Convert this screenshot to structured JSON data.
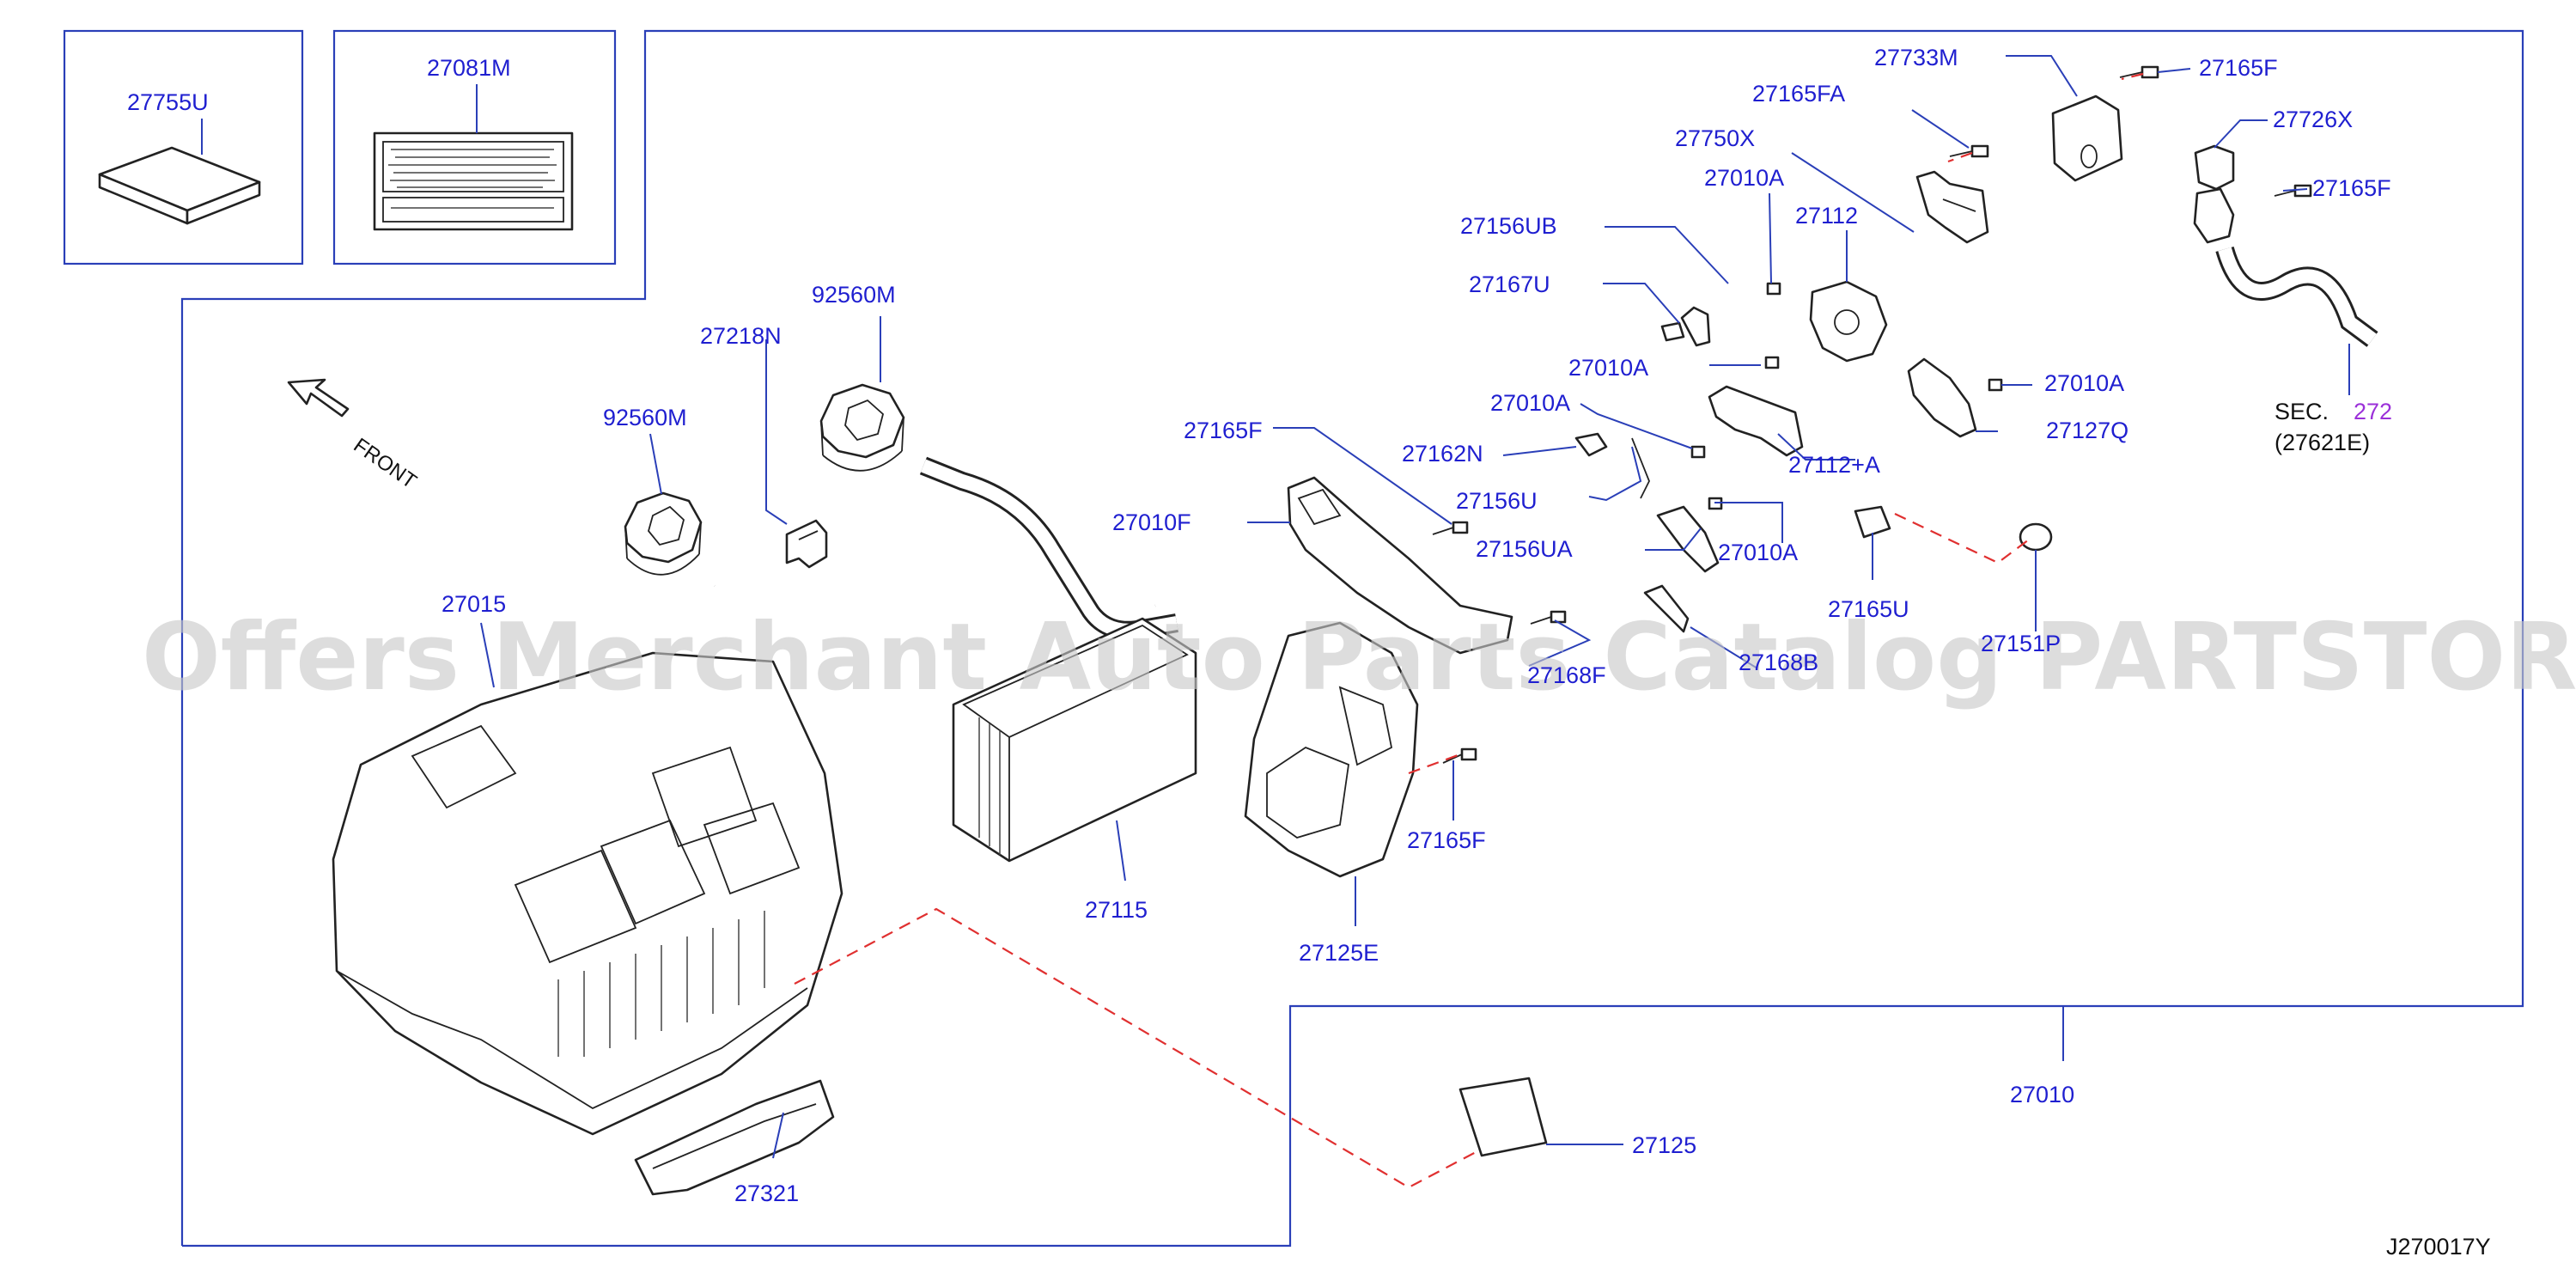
{
  "diagram_id": "J270017Y",
  "front_label": "FRONT",
  "watermark": "Offers Merchant Auto Parts Catalog PARTSTORE.SA",
  "section_ref": {
    "prefix": "SEC.",
    "number": "272",
    "sub": "(27621E)"
  },
  "parts": {
    "p27755U": "27755U",
    "p27081M": "27081M",
    "p27733M": "27733M",
    "p27165F_a": "27165F",
    "p27165FA": "27165FA",
    "p27726X": "27726X",
    "p27750X": "27750X",
    "p27165F_b": "27165F",
    "p27010A_a": "27010A",
    "p27156UB": "27156UB",
    "p27112": "27112",
    "p27167U": "27167U",
    "p92560M_a": "92560M",
    "p27218N": "27218N",
    "p27010A_b": "27010A",
    "p27010A_c": "27010A",
    "p27010A_d": "27010A",
    "p92560M_b": "92560M",
    "p27165F_c": "27165F",
    "p27162N": "27162N",
    "p27127Q": "27127Q",
    "p27112A": "27112+A",
    "p27156U": "27156U",
    "p27010F": "27010F",
    "p27156UA": "27156UA",
    "p27010A_e": "27010A",
    "p27015": "27015",
    "p27165U": "27165U",
    "p27151P": "27151P",
    "p27168F": "27168F",
    "p27168B": "27168B",
    "p27165F_d": "27165F",
    "p27115": "27115",
    "p27125E": "27125E",
    "p27010": "27010",
    "p27125": "27125",
    "p27321": "27321"
  }
}
